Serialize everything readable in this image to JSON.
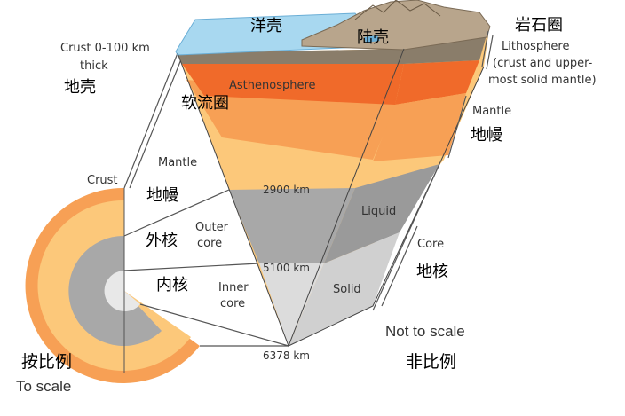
{
  "labels": {
    "crust_thickness": "Crust 0-100 km",
    "crust_thickness_2": "thick",
    "crust_cn": "地壳",
    "ocean_crust_cn": "洋壳",
    "continental_crust_cn": "陆壳",
    "lithosphere_cn": "岩石圈",
    "lithosphere": "Lithosphere",
    "lithosphere_desc_1": "(crust and upper-",
    "lithosphere_desc_2": "most solid mantle)",
    "asthenosphere": "Asthenosphere",
    "asthenosphere_cn": "软流圈",
    "mantle_right": "Mantle",
    "mantle_right_cn": "地幔",
    "mantle_inner": "Mantle",
    "mantle_inner_cn": "地幔",
    "crust_small": "Crust",
    "depth_2900": "2900 km",
    "liquid": "Liquid",
    "outer_core_1": "Outer",
    "outer_core_2": "core",
    "outer_core_cn": "外核",
    "core": "Core",
    "core_cn": "地核",
    "depth_5100": "5100 km",
    "solid": "Solid",
    "inner_core_1": "Inner",
    "inner_core_2": "core",
    "inner_core_cn": "内核",
    "depth_6378": "6378 km",
    "to_scale_cn": "按比例",
    "to_scale": "To scale",
    "not_to_scale": "Not to scale",
    "not_to_scale_cn": "非比例"
  },
  "colors": {
    "ocean": "#a8d8f0",
    "crust": "#8a7d6a",
    "asthenosphere": "#f06a2a",
    "upper_mantle": "#f7a055",
    "mantle": "#fcc87a",
    "outer_core": "#a8a8a8",
    "inner_core": "#dcdcdc"
  }
}
